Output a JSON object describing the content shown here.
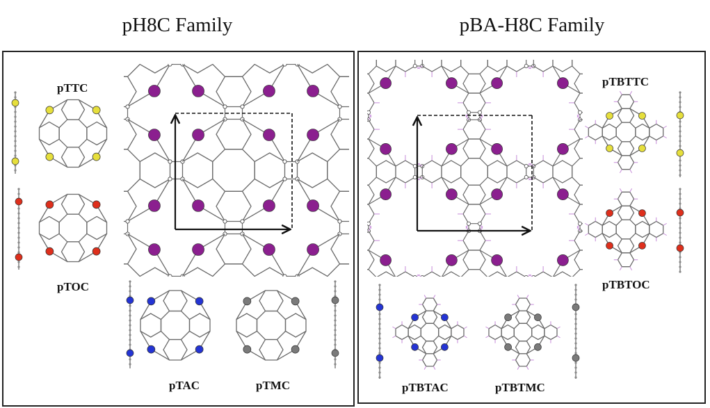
{
  "left_panel": {
    "title": "pH8C Family",
    "labels": {
      "pTTC": "pTTC",
      "pTOC": "pTOC",
      "pTAC": "pTAC",
      "pTMC": "pTMC"
    }
  },
  "right_panel": {
    "title": "pBA-H8C Family",
    "labels": {
      "pTBTTC": "pTBTTC",
      "pTBTOC": "pTBTOC",
      "pTBTAC": "pTBTAC",
      "pTBTMC": "pTBTMC"
    }
  },
  "colors": {
    "sulfur": "#e6df3c",
    "oxygen": "#de2f1c",
    "nitrogen": "#2434d4",
    "carbon_bridge": "#7a7a7a",
    "metal": "#8b1f8f",
    "bond": "#6a6a6a",
    "hydrogen": "#c58ad8"
  }
}
